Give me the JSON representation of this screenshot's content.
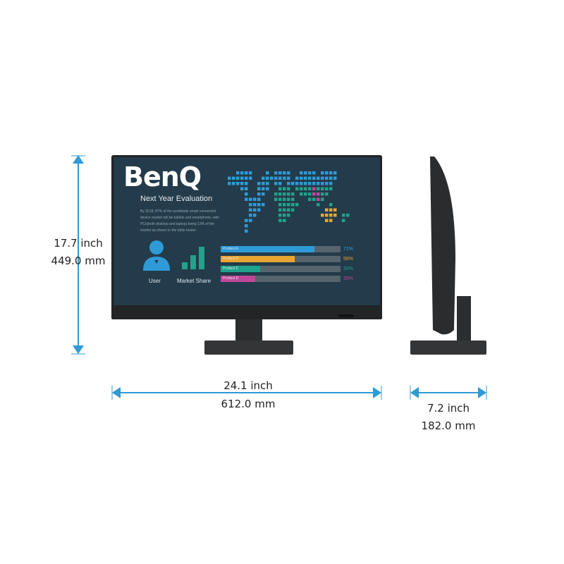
{
  "dimensions": {
    "height": {
      "inch": "17.7 inch",
      "mm": "449.0 mm"
    },
    "width": {
      "inch": "24.1 inch",
      "mm": "612.0 mm"
    },
    "depth": {
      "inch": "7.2 inch",
      "mm": "182.0 mm"
    }
  },
  "arrow_color": "#2f9ad6",
  "screen": {
    "logo": "BenQ",
    "title": "Next Year Evaluation",
    "description": "By 2018, 87% of the worldwide smart connected device market will be tablets and smartphone, with PCs(both desktop and laptop) being 13% of the market as shown in the table below:",
    "user_label": "User",
    "market_share_label": "Market Share",
    "products": [
      {
        "name": "Product A",
        "percent": 71,
        "label": "71%",
        "color": "#2e9bd8"
      },
      {
        "name": "Product B",
        "percent": 56,
        "label": "56%",
        "color": "#e8a531"
      },
      {
        "name": "Product C",
        "percent": 30,
        "label": "30%",
        "color": "#1fa38c"
      },
      {
        "name": "Product D",
        "percent": 26,
        "label": "26%",
        "color": "#c0479a"
      }
    ]
  }
}
